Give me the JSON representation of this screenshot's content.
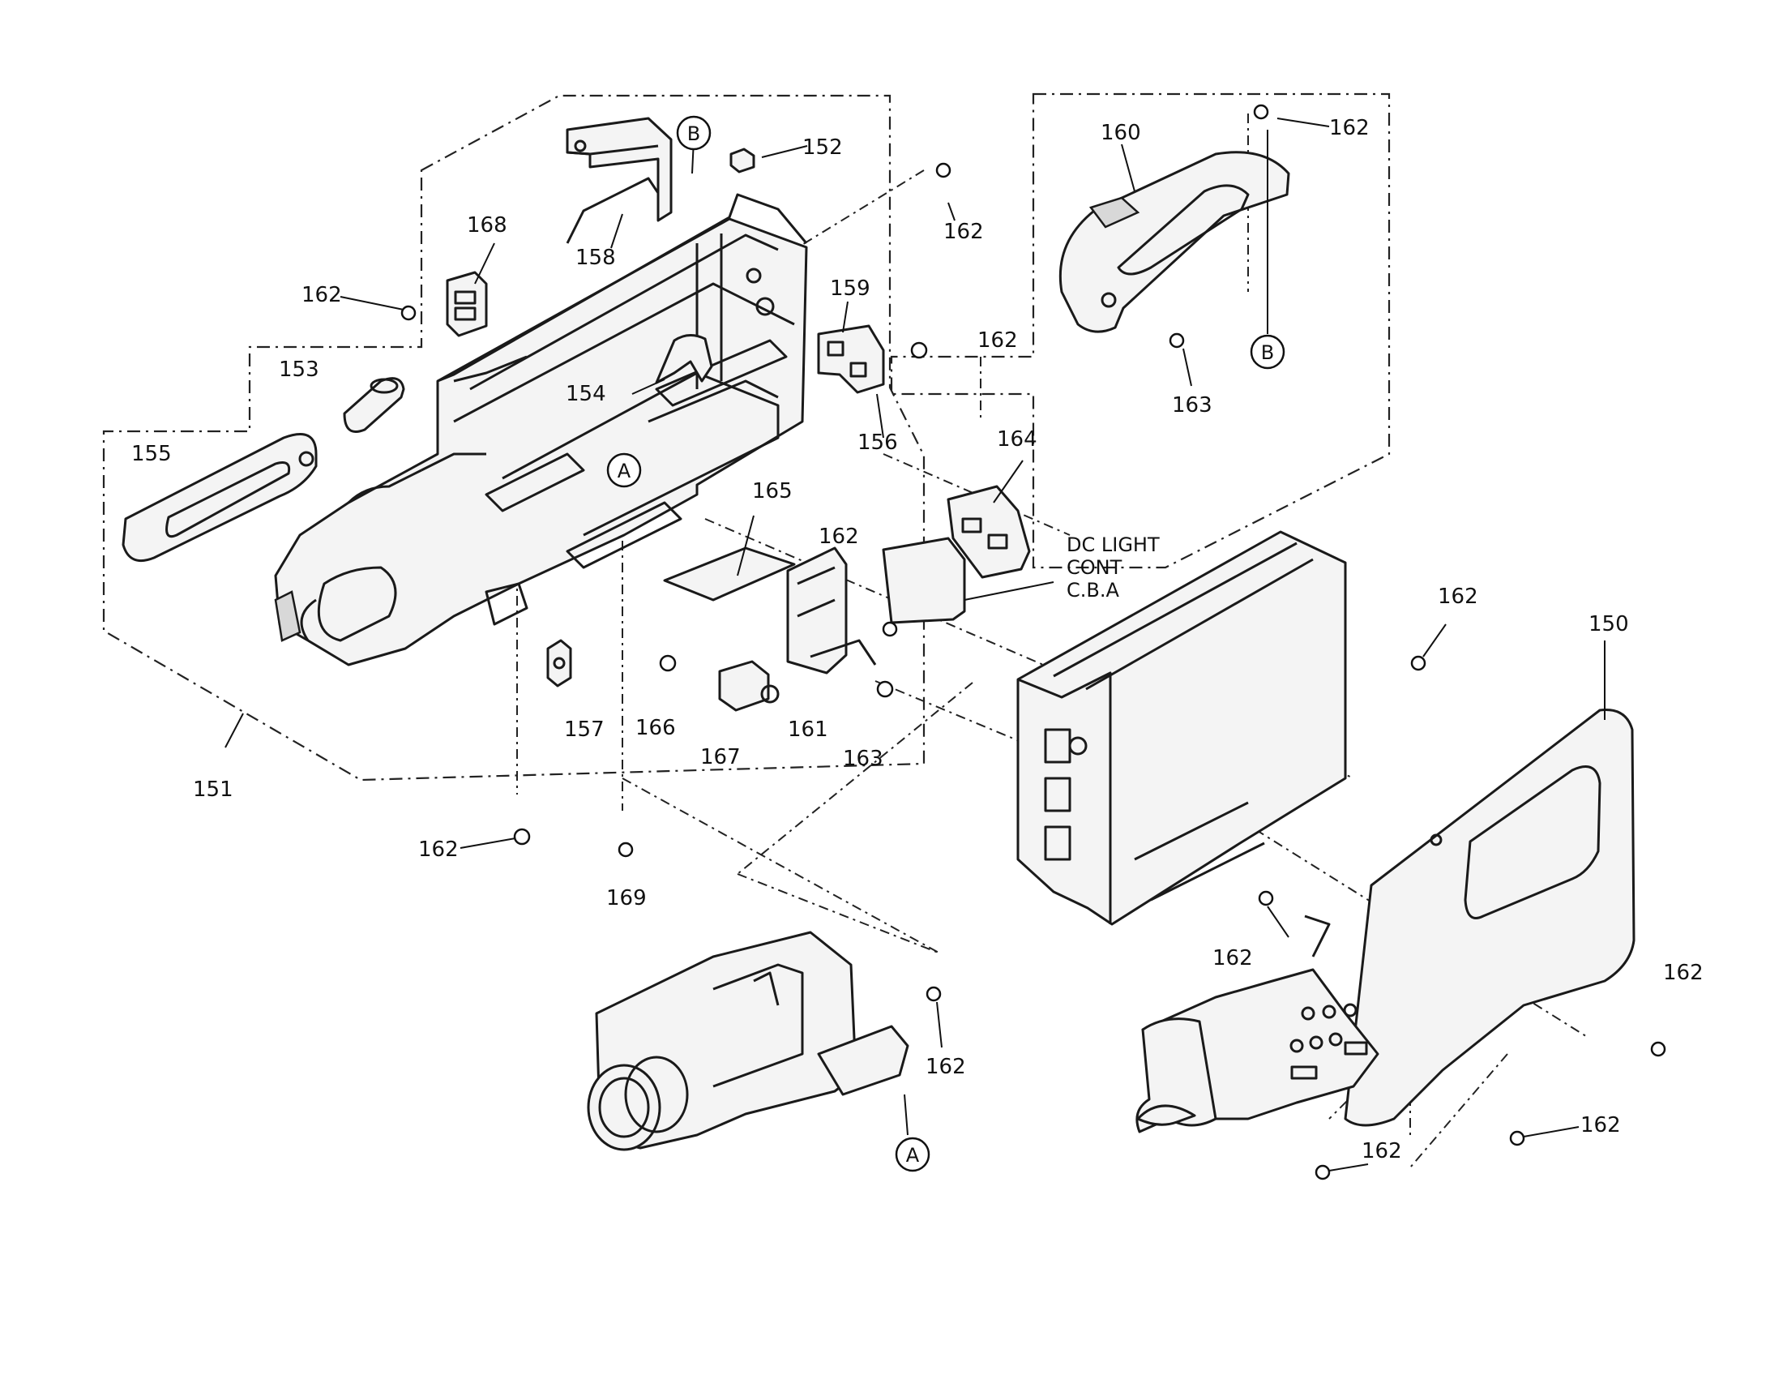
{
  "labels": {
    "p150": "150",
    "p151": "151",
    "p152": "152",
    "p153": "153",
    "p154": "154",
    "p155": "155",
    "p156": "156",
    "p157": "157",
    "p158": "158",
    "p159": "159",
    "p160": "160",
    "p161": "161",
    "p162": "162",
    "p163": "163",
    "p164": "164",
    "p165": "165",
    "p166": "166",
    "p167": "167",
    "p168": "168",
    "p169": "169"
  },
  "references": {
    "a": "A",
    "b": "B"
  },
  "annotation": {
    "line1": "DC LIGHT",
    "line2": "CONT",
    "line3": "C.B.A"
  }
}
